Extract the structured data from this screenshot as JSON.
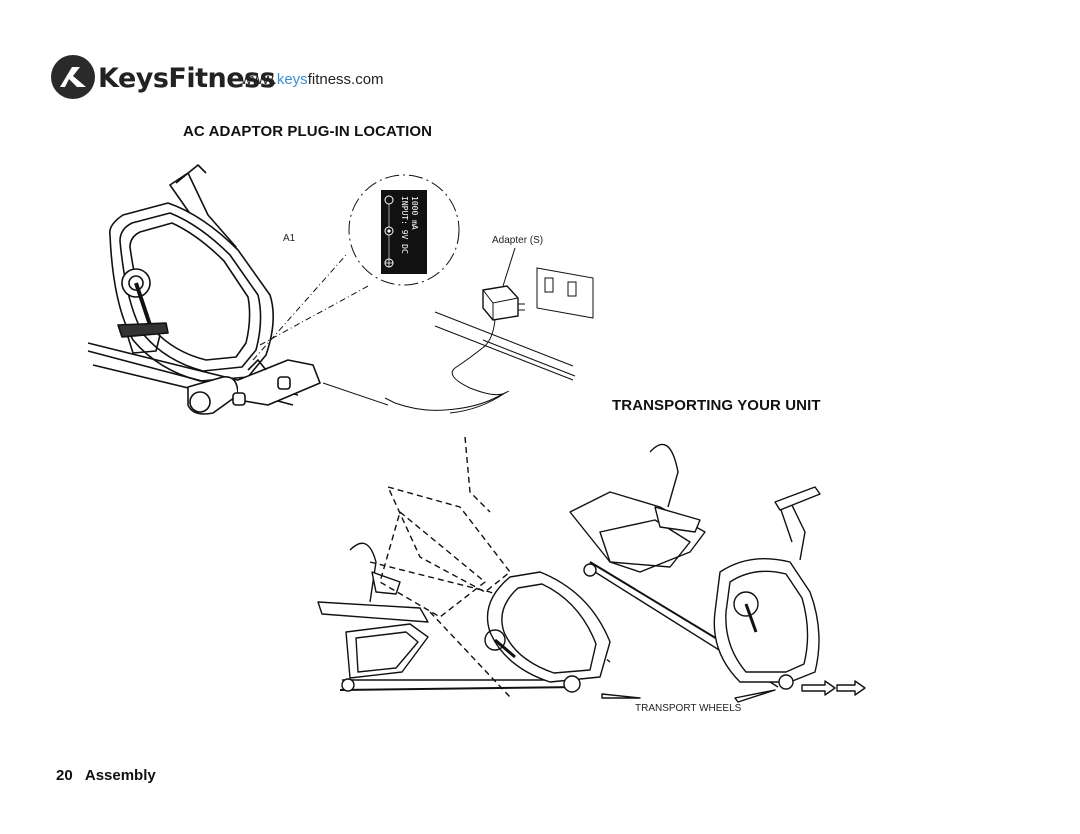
{
  "header": {
    "logo_text": "KeysFitness",
    "url_prefix": "www.",
    "url_accent": "keys",
    "url_suffix": "fitness.com",
    "accent_color": "#3f8fd0"
  },
  "section_ac": {
    "title": "AC ADAPTOR PLUG-IN LOCATION",
    "callout_label": "A1",
    "adapter_label": "Adapter (S)",
    "plate_text_line1": "INPUT: 9V DC",
    "plate_text_line2": "1000 mA"
  },
  "section_transport": {
    "title": "TRANSPORTING YOUR UNIT",
    "wheels_label": "TRANSPORT WHEELS"
  },
  "footer": {
    "page_number": "20",
    "section_name": "Assembly"
  }
}
